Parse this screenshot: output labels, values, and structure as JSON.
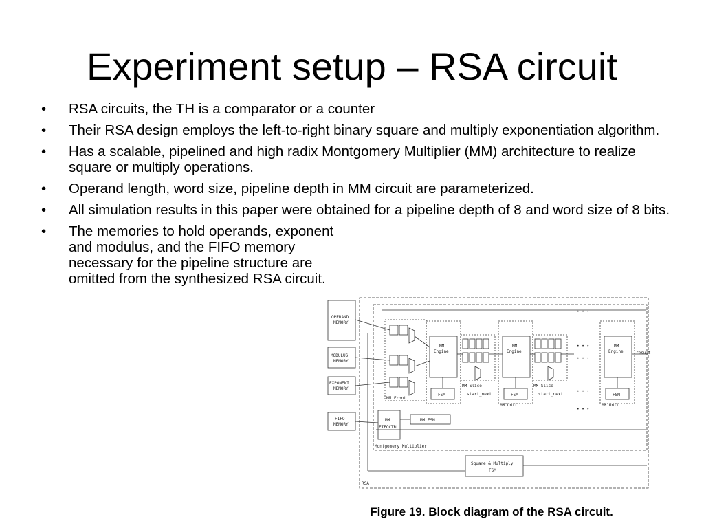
{
  "slide": {
    "title": "Experiment setup – RSA circuit",
    "bullet_char": "•",
    "bullets": [
      "RSA circuits, the TH is a comparator or a counter",
      "Their RSA design employs the left-to-right binary square and multiply exponentiation algorithm.",
      "Has a scalable, pipelined and high radix Montgomery Multiplier (MM) architecture to realize square or multiply operations.",
      "Operand length, word size, pipeline depth in MM circuit are parameterized.",
      "All simulation results in this paper were obtained for a pipeline depth of 8 and word size of 8 bits.",
      "The memories to hold operands, exponent and modulus, and the FIFO memory necessary for the pipeline structure are omitted from the synthesized RSA circuit."
    ]
  },
  "figure": {
    "caption": "Figure 19. Block diagram of the RSA circuit.",
    "labels": {
      "operand_memory": [
        "OPERAND",
        "MEMORY"
      ],
      "modulus_memory": [
        "MODULUS",
        "MEMORY"
      ],
      "exponent_memory": [
        "EXPONENT",
        "MEMORY"
      ],
      "fifo_memory": [
        "FIFO",
        "MEMORY"
      ],
      "mm_fifoctrl": [
        "MM",
        "FIFOCTRL"
      ],
      "mm_fsm": "MM FSM",
      "mm_engine": [
        "MM",
        "Engine"
      ],
      "fsm": "FSM",
      "mm_front": "MM Front",
      "mm_slice": "MM Slice",
      "mm_unit": "MM Unit",
      "start_next": "start_next",
      "result": "result",
      "montgomery_multiplier": "Montgomery Multiplier",
      "square_multiply_fsm": [
        "Square & Multiply",
        "FSM"
      ],
      "rsa": "RSA",
      "dots": "• • •"
    }
  }
}
